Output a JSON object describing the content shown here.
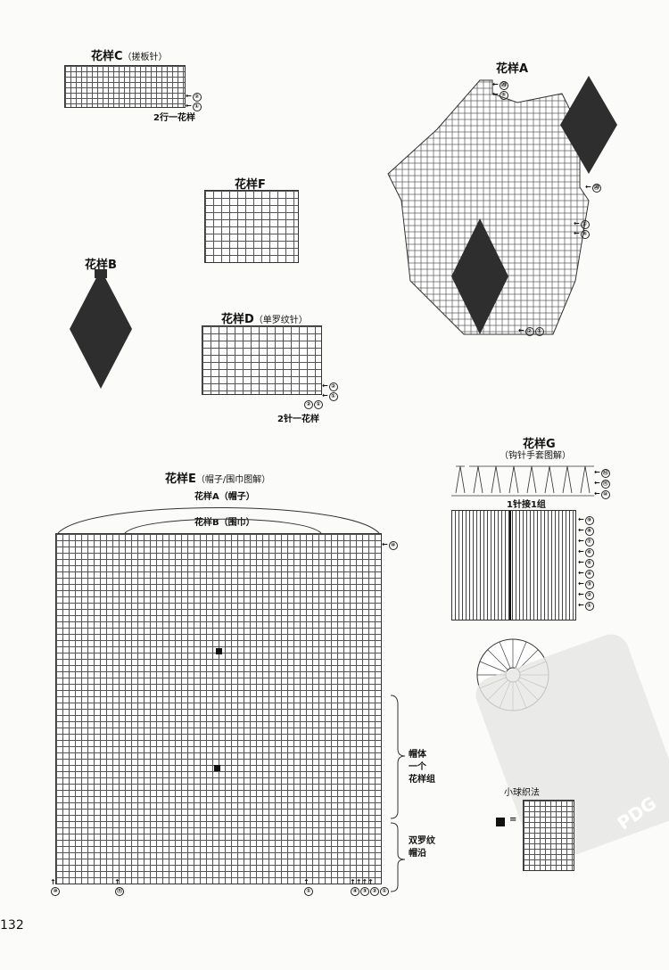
{
  "patterns": {
    "C": {
      "title": "花样C",
      "subtitle": "（搓板针）",
      "note": "2行一花样",
      "rows": [
        "②",
        "①"
      ]
    },
    "A": {
      "title": "花样A",
      "rows": [
        "⑳",
        "⑤",
        "①",
        "②",
        "①"
      ]
    },
    "F": {
      "title": "花样F"
    },
    "B": {
      "title": "花样B"
    },
    "D": {
      "title": "花样D",
      "subtitle": "（单罗纹针）",
      "note": "2针一花样",
      "rows": [
        "②",
        "①"
      ],
      "cols": [
        "②",
        "①"
      ]
    },
    "E": {
      "title": "花样E",
      "subtitle": "（帽子/围巾图解）",
      "label_a": "花样A（帽子）",
      "label_b": "花样B（围巾）",
      "side_body": "帽体\n一个\n花样组",
      "side_brim": "双罗纹\n帽沿",
      "top_row": "⑩",
      "bottom_cols": [
        "⑩",
        "⑪",
        "①",
        "④",
        "③",
        "②",
        "①"
      ]
    },
    "G": {
      "title": "花样G",
      "subtitle": "（钩针手套图解）",
      "note_join": "1针接1组",
      "rows": [
        "⑫",
        "⑪",
        "⑩",
        "⑨",
        "⑧",
        "⑦",
        "⑥",
        "⑤",
        "④",
        "③",
        "②",
        "①"
      ],
      "ball_label": "小球织法",
      "ball_eq": "="
    }
  },
  "watermark": "PDG",
  "page_number": "132"
}
